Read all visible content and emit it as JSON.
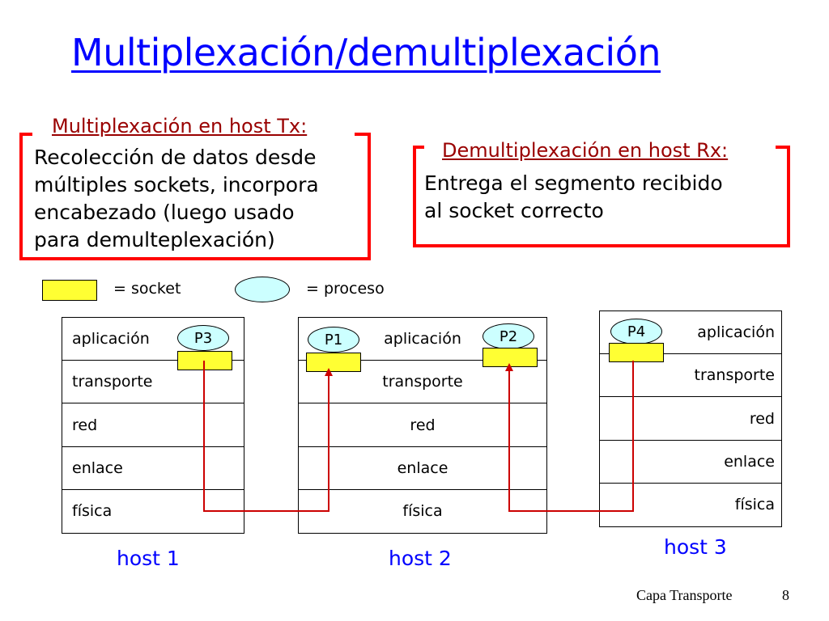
{
  "title": "Multiplexación/demultiplexación",
  "mux_box": {
    "title": "Multiplexación en host Tx:",
    "text": "Recolección de datos desde\nmúltiples sockets, incorpora\nencabezado (luego usado\npara demulteplexación)"
  },
  "demux_box": {
    "title": "Demultiplexación en host Rx:",
    "text": "Entrega el segmento recibido\nal socket correcto"
  },
  "legend": {
    "socket": "= socket",
    "process": "= proceso"
  },
  "hosts": [
    {
      "label": "host 1",
      "layers": [
        "aplicación",
        "transporte",
        "red",
        "enlace",
        "física"
      ],
      "processes": [
        "P3"
      ]
    },
    {
      "label": "host 2",
      "layers": [
        "aplicación",
        "transporte",
        "red",
        "enlace",
        "física"
      ],
      "processes": [
        "P1",
        "P2"
      ]
    },
    {
      "label": "host 3",
      "layers": [
        "aplicación",
        "transporte",
        "red",
        "enlace",
        "física"
      ],
      "processes": [
        "P4"
      ]
    }
  ],
  "colors": {
    "title": "#0000ff",
    "box_border": "#ff0000",
    "box_title": "#990000",
    "socket": "#ffff33",
    "process": "#ccffff",
    "flow_line": "#cc0000"
  },
  "footer": {
    "section": "Capa Transporte",
    "page": "8"
  }
}
